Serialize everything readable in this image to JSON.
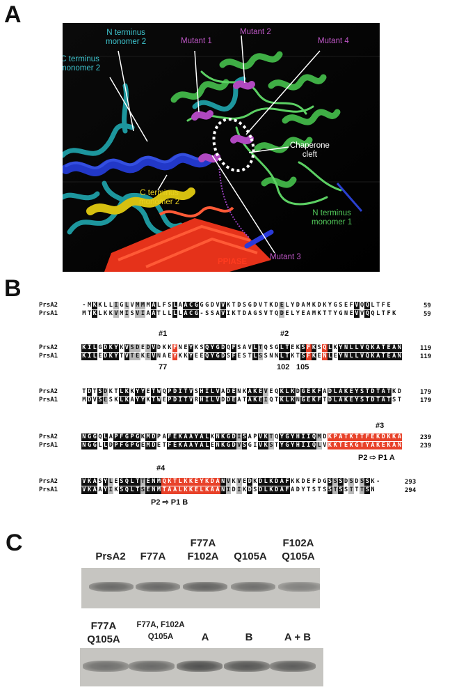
{
  "panels": {
    "a": "A",
    "b": "B",
    "c": "C"
  },
  "panel_a": {
    "labels": {
      "n_term_m2": "N terminus\nmonomer 2",
      "c_term_m2": "C terminus\nmonomer 2",
      "mutant1": "Mutant 1",
      "mutant2": "Mutant 2",
      "mutant4": "Mutant 4",
      "chaperone": "Chaperone\ncleft",
      "c_term_m2_yellow": "C terminus\nmonomer 2",
      "n_term_m1": "N terminus\nmonomer 1",
      "mutant3": "Mutant 3",
      "ppiase": "PPIASE"
    },
    "colors": {
      "cyan": "#3ec6d0",
      "purple": "#c058c8",
      "green": "#52c85a",
      "yellow": "#e8d020",
      "blue": "#2030c0",
      "red": "#ff3b1f"
    }
  },
  "panel_b": {
    "names": {
      "a2": "PrsA2",
      "a1": "PrsA1"
    },
    "blocks": [
      {
        "a2": "-MKKLLIGLVMMMALFSLAACGGGDVVKTDSGDVTKDELYDAMKDKYGSEFVQQLTFE",
        "a1": "MTKLKKVMISVIAATLLLLACG-SSAVIKTDAGSVTQDELYEAMKTTYGNEVVQQLTFK",
        "endA2": "59",
        "endA1": "59"
      },
      {
        "a2": "KILGDKYKVSDEDVDKKFNEYKSQYGDQFSAVLTQSGLTEKSFKSQLKYNLLVQKATEAN",
        "a1": "KILEDKYTVTEKEVNAEYKKYEEQYGDSFESTLSSNNLTKTSFKENLEYNLLVQKATEAN",
        "endA2": "119",
        "endA1": "119"
      },
      {
        "a2": "TDTSDKTLKKYYETWQPDITVSHILVADENKAKEVEQKLKDGEKFADLAKEYSTDTATKD",
        "a1": "MDVSESKLKAYYKTWEPDITVRHILVDDEATAKEIQTKLKNGEKFTDLAKEYSTDTATST",
        "endA2": "179",
        "endA1": "179"
      },
      {
        "a2": "NGGQLAPFGPGKMDPAFEKAAYALKNKGDISAPVKTQYGYHIIQMDKPATKTTFEKDKKA",
        "a1": "NGGLLDPFGPGEMDETFEKAAYALENKGDVSGIVKSTYGYHIIQLVKKTEKGTYAKEKAN",
        "endA2": "239",
        "endA1": "239"
      },
      {
        "a2": "VKASYLESQLTTENMQKTLKKEYKDANVKVEDKDLKDAFKKDEFDGSSSDSDSSK-",
        "a1": "VKAAYIKSQLTSENMTAALKKELKAANIDIKDSDLKDAFADYTSTSSTSSTTTSN",
        "endA2": "293",
        "endA1": "294"
      }
    ],
    "markers": {
      "m1": "#1",
      "m2": "#2",
      "m3": "#3",
      "m4": "#4"
    },
    "positions": {
      "p77": "77",
      "p102": "102",
      "p105": "105"
    },
    "swap_a": "P2 ⇨ P1 A",
    "swap_b": "P2 ⇨ P1 B"
  },
  "panel_c": {
    "top_lanes": [
      "PrsA2",
      "F77A",
      "F77A\nF102A",
      "Q105A",
      "F102A\nQ105A"
    ],
    "bottom_lanes": [
      "F77A\nQ105A",
      "F77A, F102A\nQ105A",
      "A",
      "B",
      "A + B"
    ],
    "top_intensity": [
      0.75,
      0.75,
      0.8,
      0.7,
      0.55
    ],
    "bottom_intensity": [
      0.7,
      0.75,
      0.95,
      0.9,
      0.85
    ]
  }
}
